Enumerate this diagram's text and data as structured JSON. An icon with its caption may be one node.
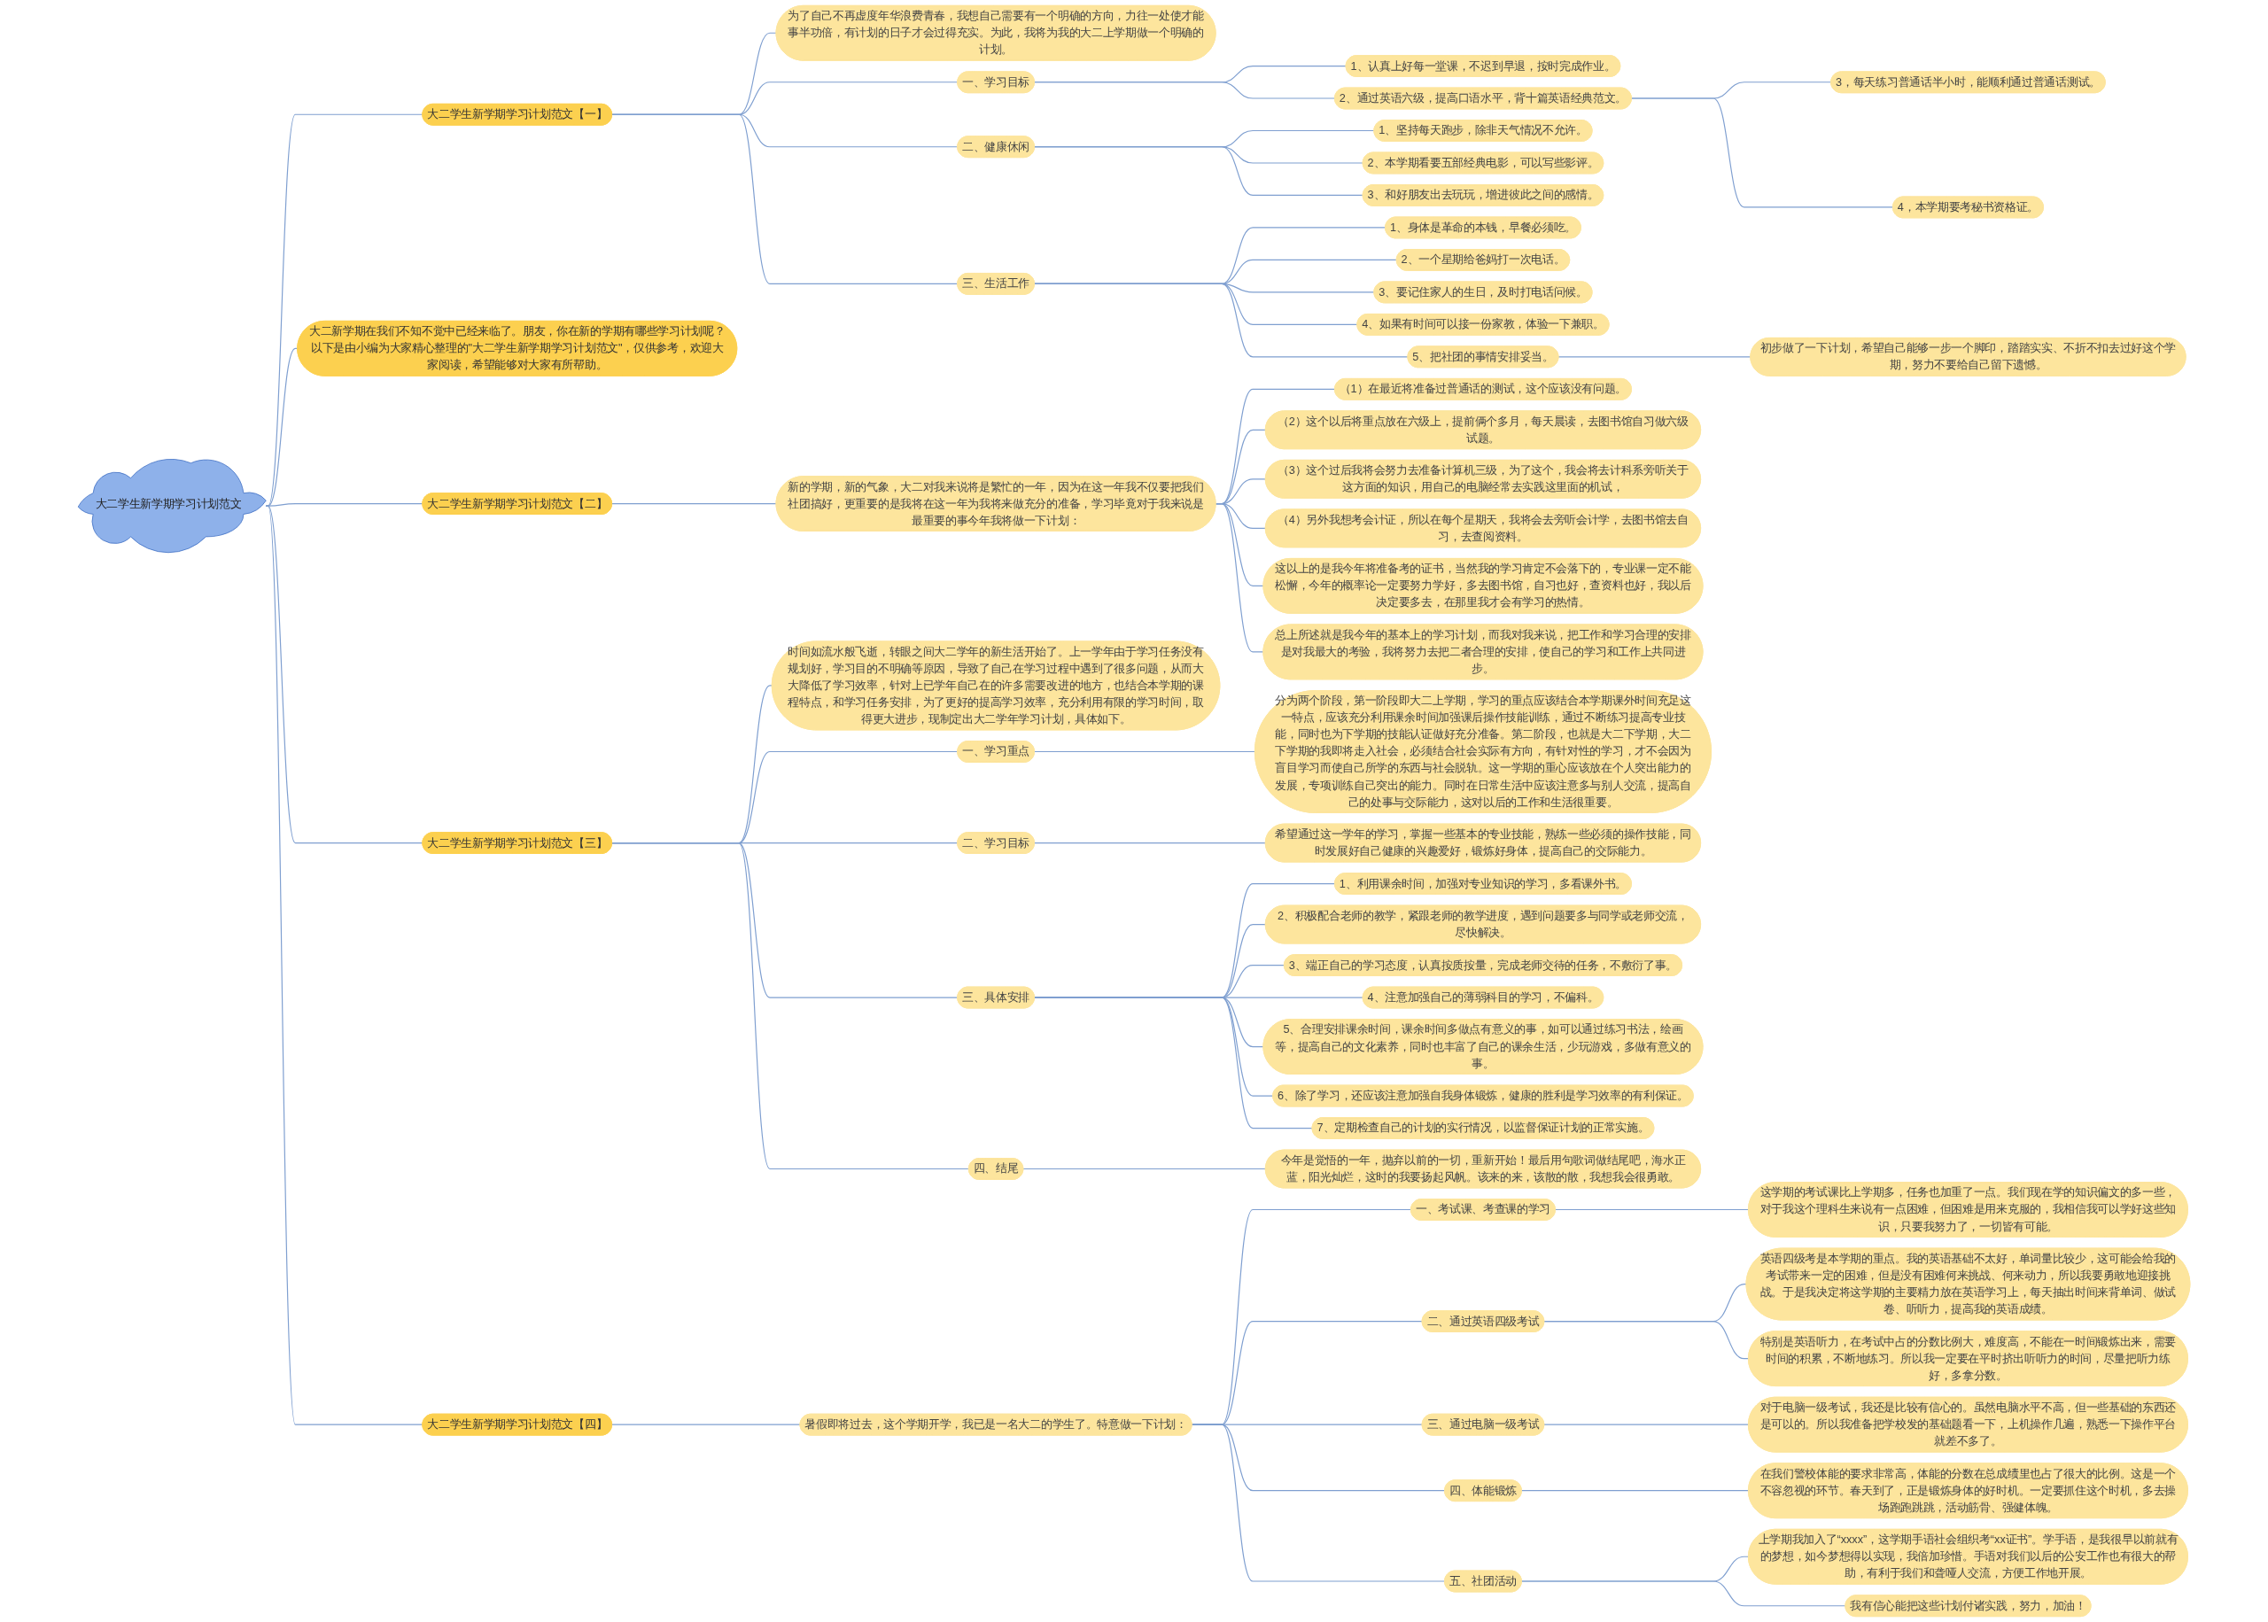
{
  "diagram": {
    "nodes": [
      {
        "text": [
          "大二学生新学期学习计划范文"
        ]
      },
      {
        "text": [
          "大二学生新学期学习计划范文【一】"
        ]
      },
      {
        "text": [
          "为了自己不再虚度年华浪费青春，我想自己需要有一个明确的方向，力往一处使才能事半功倍，有计划的日子才会过得充实。为此，我将为我的大二上学期做一个明确的计划。"
        ]
      },
      {
        "text": [
          "一、学习目标"
        ]
      },
      {
        "text": [
          "1、认真上好每一堂课，不迟到早退，按时完成作业。"
        ]
      },
      {
        "text": [
          "2、通过英语六级，提高口语水平，背十篇英语经典范文。"
        ]
      },
      {
        "text": [
          "3，每天练习普通话半小时，能顺利通过普通话测试。"
        ]
      },
      {
        "text": [
          "4，本学期要考秘书资格证。"
        ]
      },
      {
        "text": [
          "二、健康休闲"
        ]
      },
      {
        "text": [
          "1、坚持每天跑步，除非天气情况不允许。"
        ]
      },
      {
        "text": [
          "2、本学期看要五部经典电影，可以写些影评。"
        ]
      },
      {
        "text": [
          "3、和好朋友出去玩玩，增进彼此之间的感情。"
        ]
      },
      {
        "text": [
          "三、生活工作"
        ]
      },
      {
        "text": [
          "1、身体是革命的本钱，早餐必须吃。"
        ]
      },
      {
        "text": [
          "2、一个星期给爸妈打一次电话。"
        ]
      },
      {
        "text": [
          "3、要记住家人的生日，及时打电话问候。"
        ]
      },
      {
        "text": [
          "4、如果有时间可以接一份家教，体验一下兼职。"
        ]
      },
      {
        "text": [
          "5、把社团的事情安排妥当。"
        ]
      },
      {
        "text": [
          "初步做了一下计划，希望自己能够一步一个脚印，踏踏实实、不折不扣去过好这个学期，努力不要给自己留下遗憾。"
        ]
      },
      {
        "text": [
          "大二新学期在我们不知不觉中已经来临了。朋友，你在新的学期有哪些学习计划呢？以下是由小编为大家精心整理的\"大二学生新学期学习计划范文\"，仅供参考，欢迎大家阅读，希望能够对大家有所帮助。"
        ]
      },
      {
        "text": [
          "大二学生新学期学习计划范文【二】"
        ]
      },
      {
        "text": [
          "新的学期，新的气象，大二对我来说将是繁忙的一年，因为在这一年我不仅要把我们社团搞好，更重要的是我将在这一年为我将来做充分的准备，学习毕竟对于我来说是最重要的事今年我将做一下计划："
        ]
      },
      {
        "text": [
          "（1）在最近将准备过普通话的测试，这个应该没有问题。"
        ]
      },
      {
        "text": [
          "（2）这个以后将重点放在六级上，提前俩个多月，每天晨读，去图书馆自习做六级试题。"
        ]
      },
      {
        "text": [
          "（3）这个过后我将会努力去准备计算机三级，为了这个，我会将去计科系旁听关于这方面的知识，用自己的电脑经常去实践这里面的机试，"
        ]
      },
      {
        "text": [
          "（4）另外我想考会计证，所以在每个星期天，我将会去旁听会计学，去图书馆去自习，去查阅资料。"
        ]
      },
      {
        "text": [
          "这以上的是我今年将准备考的证书，当然我的学习肯定不会落下的，专业课一定不能松懈，今年的概率论一定要努力学好，多去图书馆，自习也好，查资料也好，我以后决定要多去，在那里我才会有学习的热情。"
        ]
      },
      {
        "text": [
          "总上所述就是我今年的基本上的学习计划，而我对我来说，把工作和学习合理的安排是对我最大的考验，我将努力去把二者合理的安排，使自己的学习和工作上共同进步。"
        ]
      },
      {
        "text": [
          "大二学生新学期学习计划范文【三】"
        ]
      },
      {
        "text": [
          "时间如流水般飞逝，转眼之间大二学年的新生活开始了。上一学年由于学习任务没有规划好，学习目的不明确等原因，导致了自己在学习过程中遇到了很多问题，从而大大降低了学习效率，针对上已学年自己在的许多需要改进的地方，也结合本学期的课程特点，和学习任务安排，为了更好的提高学习效率，充分利用有限的学习时间，取得更大进步，现制定出大二学年学习计划，具体如下。"
        ]
      },
      {
        "text": [
          "一、学习重点"
        ]
      },
      {
        "text": [
          "分为两个阶段，第一阶段即大二上学期，学习的重点应该结合本学期课外时间充足这一特点，应该充分利用课余时间加强课后操作技能训练，通过不断练习提高专业技能，同时也为下学期的技能认证做好充分准备。第二阶段，也就是大二下学期，大二下学期的我即将走入社会，必须结合社会实际有方向，有针对性的学习，才不会因为盲目学习而使自己所学的东西与社会脱轨。这一学期的重心应该放在个人突出能力的发展，专项训练自己突出的能力。同时在日常生活中应该注意多与别人交流，提高自己的处事与交际能力，这对以后的工作和生活很重要。"
        ]
      },
      {
        "text": [
          "二、学习目标"
        ]
      },
      {
        "text": [
          "希望通过这一学年的学习，掌握一些基本的专业技能，熟练一些必须的操作技能，同时发展好自己健康的兴趣爱好，锻炼好身体，提高自己的交际能力。"
        ]
      },
      {
        "text": [
          "三、具体安排"
        ]
      },
      {
        "text": [
          "1、利用课余时间，加强对专业知识的学习，多看课外书。"
        ]
      },
      {
        "text": [
          "2、积极配合老师的教学，紧跟老师的教学进度，遇到问题要多与同学或老师交流，尽快解决。"
        ]
      },
      {
        "text": [
          "3、端正自己的学习态度，认真按质按量，完成老师交待的任务，不敷衍了事。"
        ]
      },
      {
        "text": [
          "4、注意加强自己的薄弱科目的学习，不偏科。"
        ]
      },
      {
        "text": [
          "5、合理安排课余时间，课余时间多做点有意义的事，如可以通过练习书法，绘画等，提高自己的文化素养，同时也丰富了自己的课余生活，少玩游戏，多做有意义的事。"
        ]
      },
      {
        "text": [
          "6、除了学习，还应该注意加强自我身体锻炼，健康的胜利是学习效率的有利保证。"
        ]
      },
      {
        "text": [
          "7、定期检查自己的计划的实行情况，以监督保证计划的正常实施。"
        ]
      },
      {
        "text": [
          "四、结尾"
        ]
      },
      {
        "text": [
          "今年是觉悟的一年，抛弃以前的一切，重新开始！最后用句歌词做结尾吧，海水正蓝，阳光灿烂，这时的我要扬起风帆。该来的来，该散的散，我想我会很勇敢。"
        ]
      },
      {
        "text": [
          "大二学生新学期学习计划范文【四】"
        ]
      },
      {
        "text": [
          "暑假即将过去，这个学期开学，我已是一名大二的学生了。特意做一下计划："
        ]
      },
      {
        "text": [
          "一、考试课、考查课的学习"
        ]
      },
      {
        "text": [
          "这学期的考试课比上学期多，任务也加重了一点。我们现在学的知识偏文的多一些，对于我这个理科生来说有一点困难，但困难是用来克服的，我相信我可以学好这些知识，只要我努力了，一切皆有可能。"
        ]
      },
      {
        "text": [
          "二、通过英语四级考试"
        ]
      },
      {
        "text": [
          "英语四级考是本学期的重点。我的英语基础不太好，单词量比较少，这可能会给我的考试带来一定的困难，但是没有困难何来挑战、何来动力，所以我要勇敢地迎接挑战。于是我决定将这学期的主要精力放在英语学习上，每天抽出时间来背单词、做试卷、听听力，提高我的英语成绩。"
        ]
      },
      {
        "text": [
          "特别是英语听力，在考试中占的分数比例大，难度高，不能在一时间锻炼出来，需要时间的积累，不断地练习。所以我一定要在平时挤出听听力的时间，尽量把听力练好，多拿分数。"
        ]
      },
      {
        "text": [
          "三、通过电脑一级考试"
        ]
      },
      {
        "text": [
          "对于电脑一级考试，我还是比较有信心的。虽然电脑水平不高，但一些基础的东西还是可以的。所以我准备把学校发的基础题看一下，上机操作几遍，熟悉一下操作平台就差不多了。"
        ]
      },
      {
        "text": [
          "四、体能锻炼"
        ]
      },
      {
        "text": [
          "在我们警校体能的要求非常高，体能的分数在总成绩里也占了很大的比例。这是一个不容忽视的环节。春天到了，正是锻炼身体的好时机。一定要抓住这个时机，多去操场跑跑跳跳，活动筋骨、强健体魄。"
        ]
      },
      {
        "text": [
          "五、社团活动"
        ]
      },
      {
        "text": [
          "上学期我加入了“xxxx”，这学期手语社会组织考“xx证书”。学手语，是我很早以前就有的梦想，如今梦想得以实现，我倍加珍惜。手语对我们以后的公安工作也有很大的帮助，有利于我们和聋哑人交流，方便工作地开展。"
        ]
      },
      {
        "text": [
          "我有信心能把这些计划付诸实践，努力，加油！"
        ]
      }
    ],
    "edges": [
      {
        "from": 0,
        "to": 1,
        "arrow": "none"
      },
      {
        "from": 1,
        "to": 2,
        "arrow": "none"
      },
      {
        "from": 1,
        "to": 3,
        "arrow": "none"
      },
      {
        "from": 3,
        "to": 4,
        "arrow": "none"
      },
      {
        "from": 3,
        "to": 5,
        "arrow": "none"
      },
      {
        "from": 5,
        "to": 6,
        "arrow": "none"
      },
      {
        "from": 5,
        "to": 7,
        "arrow": "none"
      },
      {
        "from": 1,
        "to": 8,
        "arrow": "none"
      },
      {
        "from": 8,
        "to": 9,
        "arrow": "none"
      },
      {
        "from": 8,
        "to": 10,
        "arrow": "none"
      },
      {
        "from": 8,
        "to": 11,
        "arrow": "none"
      },
      {
        "from": 1,
        "to": 12,
        "arrow": "none"
      },
      {
        "from": 12,
        "to": 13,
        "arrow": "none"
      },
      {
        "from": 12,
        "to": 14,
        "arrow": "none"
      },
      {
        "from": 12,
        "to": 15,
        "arrow": "none"
      },
      {
        "from": 12,
        "to": 16,
        "arrow": "none"
      },
      {
        "from": 12,
        "to": 17,
        "arrow": "none"
      },
      {
        "from": 17,
        "to": 18,
        "arrow": "none"
      },
      {
        "from": 0,
        "to": 19,
        "arrow": "none"
      },
      {
        "from": 0,
        "to": 20,
        "arrow": "none"
      },
      {
        "from": 20,
        "to": 21,
        "arrow": "none"
      },
      {
        "from": 21,
        "to": 22,
        "arrow": "none"
      },
      {
        "from": 21,
        "to": 23,
        "arrow": "none"
      },
      {
        "from": 21,
        "to": 24,
        "arrow": "none"
      },
      {
        "from": 21,
        "to": 25,
        "arrow": "none"
      },
      {
        "from": 21,
        "to": 26,
        "arrow": "none"
      },
      {
        "from": 21,
        "to": 27,
        "arrow": "none"
      },
      {
        "from": 0,
        "to": 28,
        "arrow": "none"
      },
      {
        "from": 28,
        "to": 29,
        "arrow": "none"
      },
      {
        "from": 28,
        "to": 30,
        "arrow": "none"
      },
      {
        "from": 30,
        "to": 31,
        "arrow": "none"
      },
      {
        "from": 28,
        "to": 32,
        "arrow": "none"
      },
      {
        "from": 32,
        "to": 33,
        "arrow": "none"
      },
      {
        "from": 28,
        "to": 34,
        "arrow": "none"
      },
      {
        "from": 34,
        "to": 35,
        "arrow": "none"
      },
      {
        "from": 34,
        "to": 36,
        "arrow": "none"
      },
      {
        "from": 34,
        "to": 37,
        "arrow": "none"
      },
      {
        "from": 34,
        "to": 38,
        "arrow": "none"
      },
      {
        "from": 34,
        "to": 39,
        "arrow": "none"
      },
      {
        "from": 34,
        "to": 40,
        "arrow": "none"
      },
      {
        "from": 34,
        "to": 41,
        "arrow": "none"
      },
      {
        "from": 28,
        "to": 42,
        "arrow": "none"
      },
      {
        "from": 42,
        "to": 43,
        "arrow": "none"
      },
      {
        "from": 0,
        "to": 44,
        "arrow": "none"
      },
      {
        "from": 44,
        "to": 45,
        "arrow": "none"
      },
      {
        "from": 45,
        "to": 46,
        "arrow": "none"
      },
      {
        "from": 46,
        "to": 47,
        "arrow": "none"
      },
      {
        "from": 45,
        "to": 48,
        "arrow": "none"
      },
      {
        "from": 48,
        "to": 49,
        "arrow": "none"
      },
      {
        "from": 48,
        "to": 50,
        "arrow": "none"
      },
      {
        "from": 45,
        "to": 51,
        "arrow": "none"
      },
      {
        "from": 51,
        "to": 52,
        "arrow": "none"
      },
      {
        "from": 45,
        "to": 53,
        "arrow": "none"
      },
      {
        "from": 53,
        "to": 54,
        "arrow": "none"
      },
      {
        "from": 45,
        "to": 55,
        "arrow": "none"
      },
      {
        "from": 55,
        "to": 56,
        "arrow": "none"
      },
      {
        "from": 55,
        "to": 57,
        "arrow": "none"
      }
    ]
  }
}
